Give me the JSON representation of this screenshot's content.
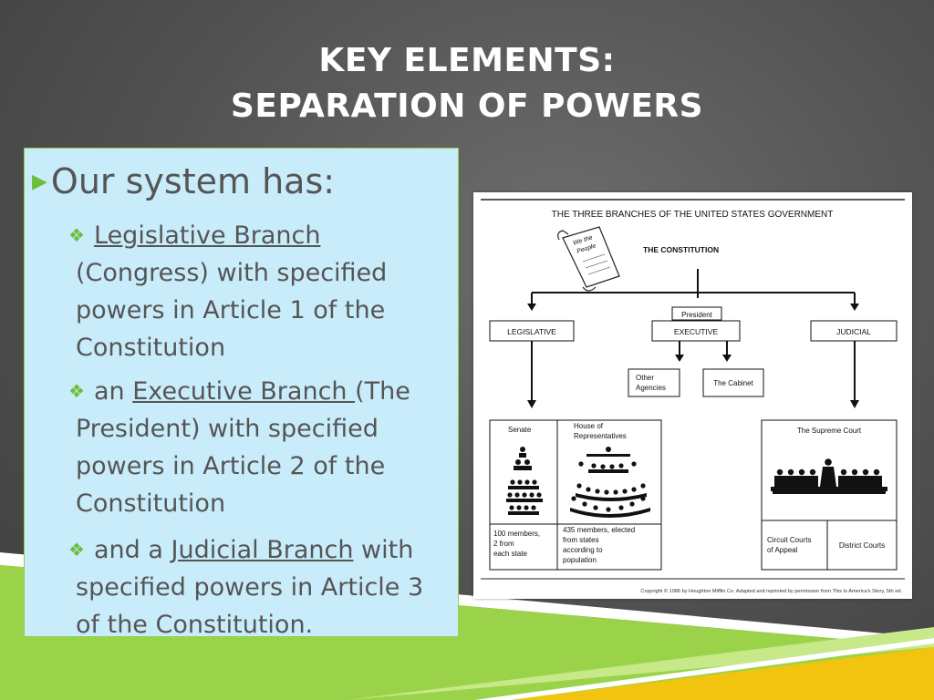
{
  "title": {
    "line1": "KEY ELEMENTS:",
    "line2": "SEPARATION OF POWERS"
  },
  "panel": {
    "lead": "Our system has:",
    "items": [
      {
        "prefix": "",
        "link": "Legislative Branch",
        "rest": "(Congress) with specified powers in Article 1 of the Constitution"
      },
      {
        "prefix": "an ",
        "link": "Executive Branch ",
        "rest": "(The President)  with specified powers in Article 2 of the Constitution"
      },
      {
        "prefix": "and a ",
        "link": "Judicial Branch",
        "rest": " with specified powers in Article 3 of the Constitution."
      }
    ]
  },
  "diagram": {
    "heading": "THE THREE BRANCHES OF THE UNITED STATES GOVERNMENT",
    "scroll_text_1": "We the",
    "scroll_text_2": "People",
    "constitution": "THE CONSTITUTION",
    "president": "President",
    "legislative": "LEGISLATIVE",
    "executive": "EXECUTIVE",
    "judicial": "JUDICIAL",
    "other_agencies_1": "Other",
    "other_agencies_2": "Agencies",
    "cabinet": "The Cabinet",
    "senate": "Senate",
    "house_1": "House of",
    "house_2": "Representatives",
    "supreme_court": "The Supreme Court",
    "senate_note_1": "100 members,",
    "senate_note_2": "2 from",
    "senate_note_3": "each state",
    "house_note_1": "435 members, elected",
    "house_note_2": "from states",
    "house_note_3": "according to",
    "house_note_4": "population",
    "circuit_1": "Circuit Courts",
    "circuit_2": "of Appeal",
    "district": "District Courts",
    "copyright": "Copyright © 1986 by Houghton Mifflin Co. Adapted and reprinted by permission from This Is America's Story, 5th ed."
  },
  "colors": {
    "accent_green": "#6abf3a",
    "panel_bg": "#c9ecfb",
    "stripe_yellow": "#f2c40f",
    "stripe_green": "#9ad34a"
  }
}
